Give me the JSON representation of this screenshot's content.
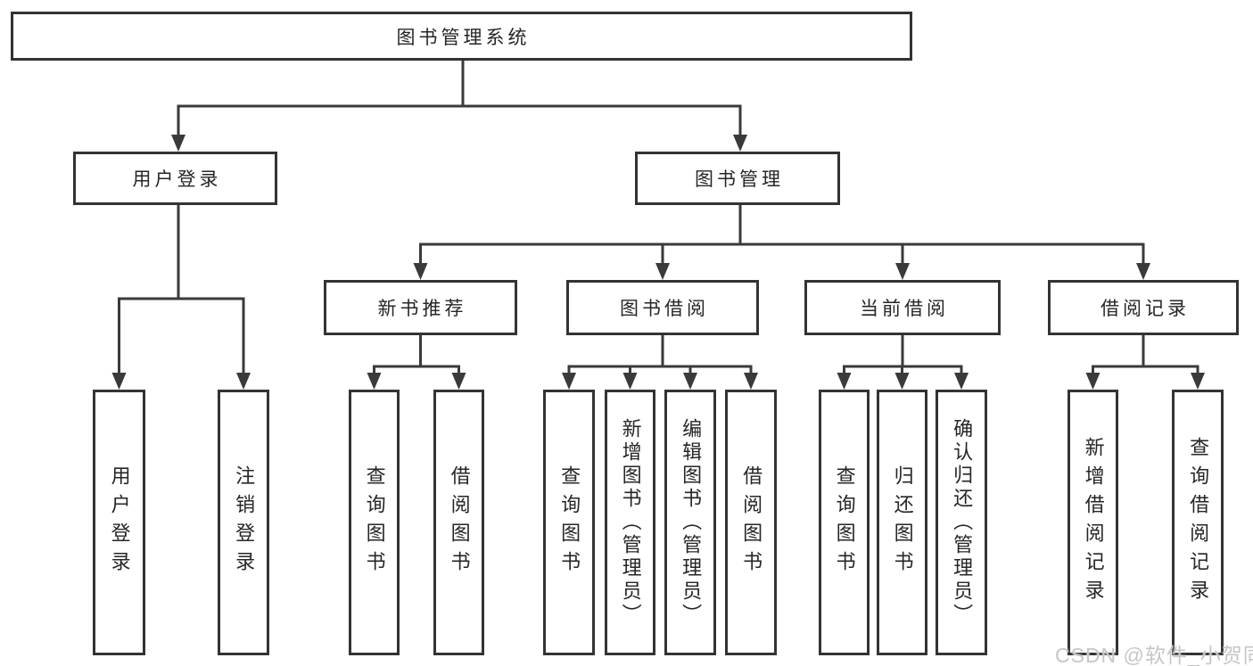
{
  "diagram": {
    "root": {
      "label": "图书管理系统",
      "children": [
        {
          "label": "用户登录",
          "children": [
            {
              "label": "用户登录"
            },
            {
              "label": "注销登录"
            }
          ]
        },
        {
          "label": "图书管理",
          "children": [
            {
              "label": "新书推荐",
              "children": [
                {
                  "label": "查询图书"
                },
                {
                  "label": "借阅图书"
                }
              ]
            },
            {
              "label": "图书借阅",
              "children": [
                {
                  "label": "查询图书"
                },
                {
                  "label": "新增图书（管理员）"
                },
                {
                  "label": "编辑图书（管理员）"
                },
                {
                  "label": "借阅图书"
                }
              ]
            },
            {
              "label": "当前借阅",
              "children": [
                {
                  "label": "查询图书"
                },
                {
                  "label": "归还图书"
                },
                {
                  "label": "确认归还（管理员）"
                }
              ]
            },
            {
              "label": "借阅记录",
              "children": [
                {
                  "label": "新增借阅记录"
                },
                {
                  "label": "查询借阅记录"
                }
              ]
            }
          ]
        }
      ]
    }
  },
  "watermark": {
    "text": "CSDN @软件_小贺同学"
  },
  "colors": {
    "line": "#3a3a3a",
    "box_border": "#333333",
    "text": "#262626",
    "watermark": "#c6c6c6",
    "background": "#ffffff"
  }
}
